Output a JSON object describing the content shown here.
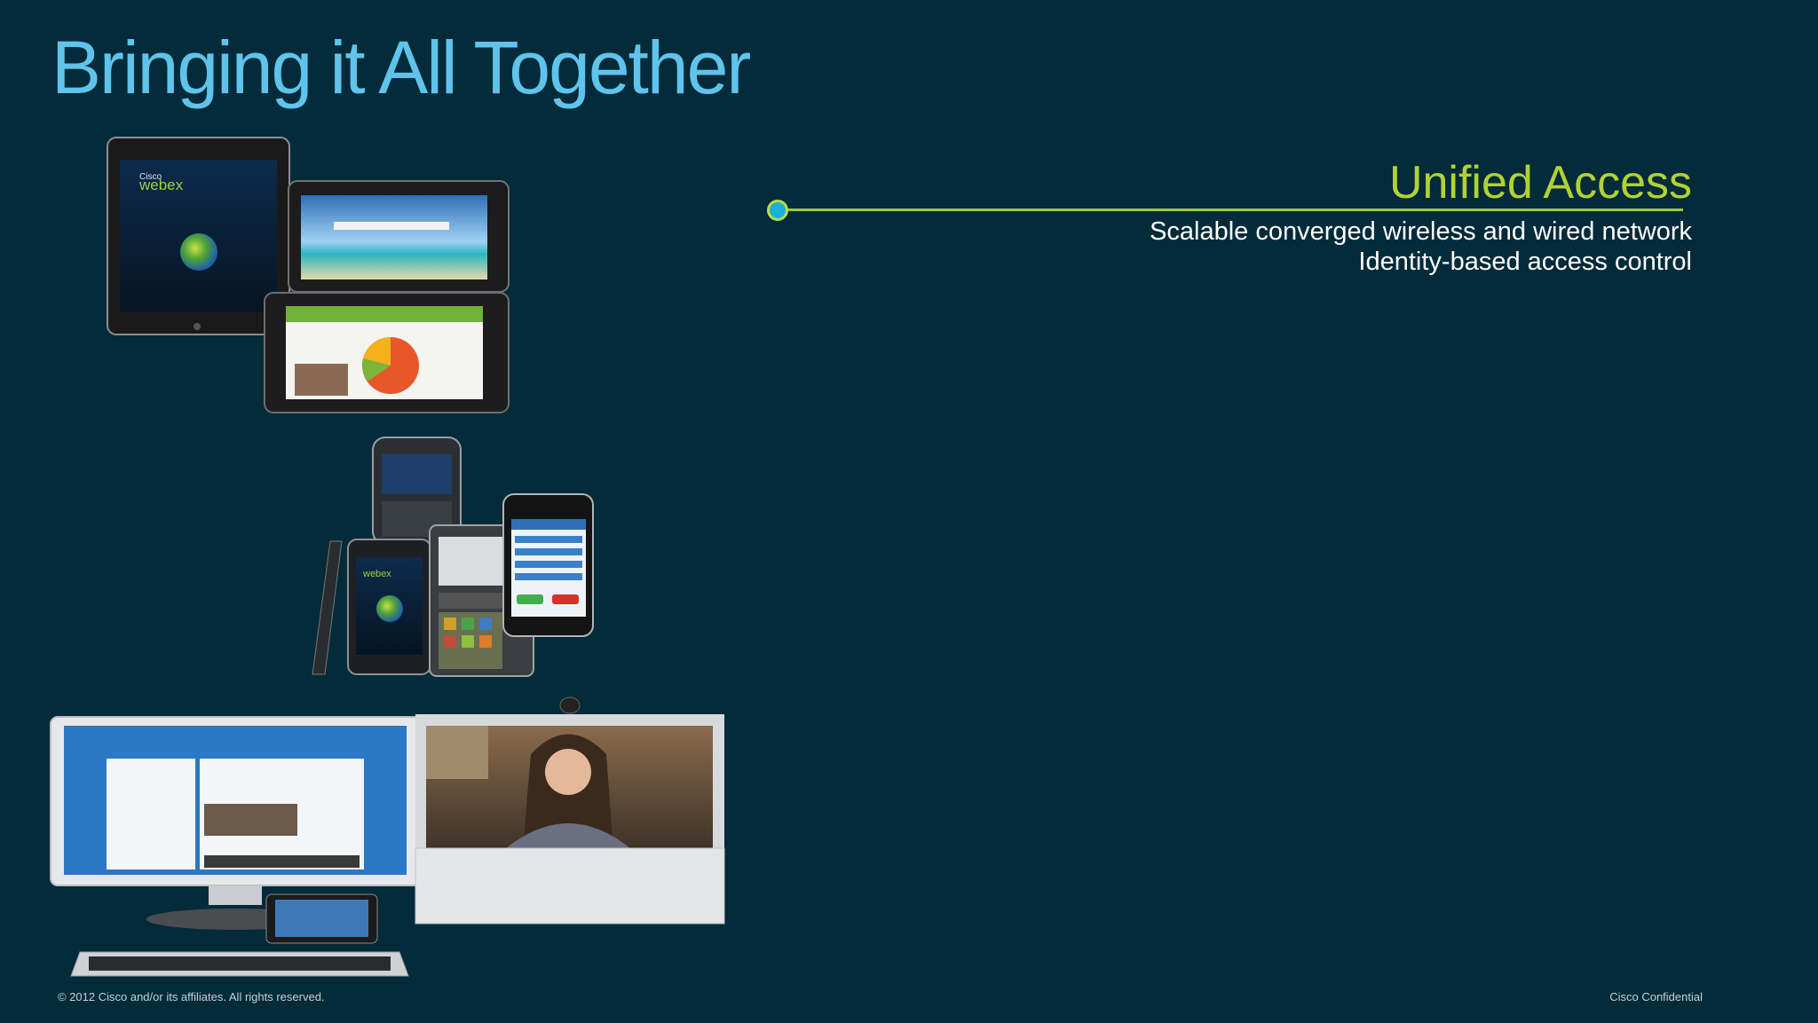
{
  "slide": {
    "title": "Bringing it All Together"
  },
  "callout": {
    "heading": "Unified Access",
    "lines": [
      "Scalable converged wireless and wired network",
      "Identity-based access control"
    ]
  },
  "devices": {
    "tablet_brand_small": "Cisco",
    "tablet_brand": "webex",
    "phone_brand": "webex"
  },
  "footer": {
    "copyright": "© 2012 Cisco and/or its affiliates. All rights reserved.",
    "classification": "Cisco Confidential"
  },
  "colors": {
    "background": "#032b3a",
    "title": "#5fc4ec",
    "heading": "#b2d233",
    "accent_line": "#9cc93a",
    "dot": "#1ab0d8"
  }
}
